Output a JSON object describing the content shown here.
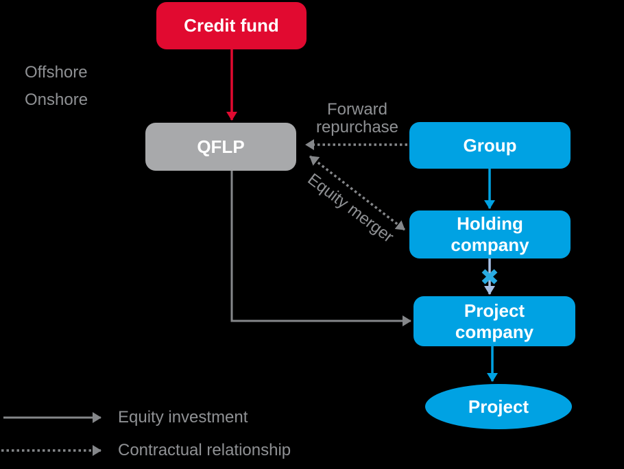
{
  "region_labels": {
    "offshore": "Offshore",
    "onshore": "Onshore"
  },
  "nodes": {
    "credit_fund": {
      "label": "Credit fund",
      "shape": "rounded-rect",
      "fill": "#E10A30"
    },
    "qflp": {
      "label": "QFLP",
      "shape": "rounded-rect",
      "fill": "#A8A9AB"
    },
    "group": {
      "label": "Group",
      "shape": "rounded-rect",
      "fill": "#00A2E3"
    },
    "holding_company": {
      "label": "Holding company",
      "shape": "rounded-rect",
      "fill": "#00A2E3"
    },
    "project_company": {
      "label": "Project company",
      "shape": "rounded-rect",
      "fill": "#00A2E3"
    },
    "project": {
      "label": "Project",
      "shape": "ellipse",
      "fill": "#00A2E3"
    }
  },
  "edge_labels": {
    "forward_repurchase": "Forward repurchase",
    "equity_merger": "Equity merger"
  },
  "edges": [
    {
      "from": "credit_fund",
      "to": "qflp",
      "type": "equity_investment",
      "style": "solid",
      "color": "#E10A30"
    },
    {
      "from": "group",
      "to": "qflp",
      "type": "contractual_relationship",
      "style": "dotted",
      "color": "#85878A",
      "label": "Forward repurchase"
    },
    {
      "from": "qflp",
      "to": "holding_company",
      "type": "contractual_relationship",
      "style": "dotted",
      "color": "#85878A",
      "label": "Equity merger",
      "bidirectional": true
    },
    {
      "from": "group",
      "to": "holding_company",
      "type": "equity_investment",
      "style": "solid",
      "color": "#00A2E3"
    },
    {
      "from": "holding_company",
      "to": "project_company",
      "type": "equity_investment",
      "style": "solid",
      "color": "#A9C1E5",
      "blocked": true,
      "blocked_mark": "×",
      "blocked_mark_color": "#29ABE2"
    },
    {
      "from": "qflp",
      "to": "project_company",
      "type": "equity_investment",
      "style": "solid",
      "color": "#85878A"
    },
    {
      "from": "project_company",
      "to": "project",
      "type": "equity_investment",
      "style": "solid",
      "color": "#00A2E3"
    }
  ],
  "legend": {
    "items": [
      {
        "symbol": "solid-arrow",
        "label": "Equity investment"
      },
      {
        "symbol": "dotted-arrow",
        "label": "Contractual relationship"
      }
    ]
  },
  "icons": {
    "blocked_x": "×"
  },
  "colors": {
    "background": "#000000",
    "red": "#E10A30",
    "blue": "#00A2E3",
    "gray_box": "#A8A9AB",
    "gray_line": "#85878A",
    "gray_text": "#8F9194",
    "steel_arrow": "#A9C1E5",
    "x_mark": "#29ABE2",
    "node_text": "#FFFFFF"
  }
}
